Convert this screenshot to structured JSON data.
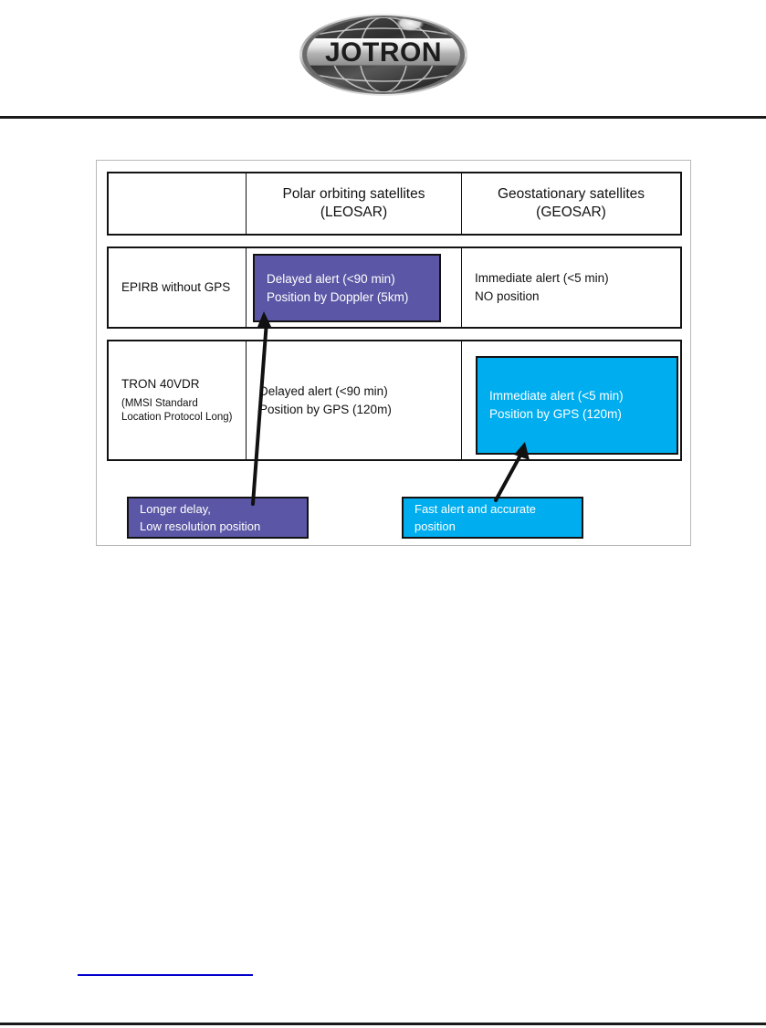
{
  "document": {
    "logo": {
      "brand": "JOTRON",
      "icon": "globe-ellipse-logo"
    }
  },
  "table": {
    "header": {
      "corner_label": "",
      "columns": [
        {
          "line1": "Polar orbiting satellites",
          "line2": "(LEOSAR)"
        },
        {
          "line1": "Geostationary satellites",
          "line2": "(GEOSAR)"
        }
      ]
    },
    "rows": [
      {
        "label_main": "EPIRB without GPS",
        "label_sub": "",
        "leosar": {
          "line1": "Delayed alert (<90 min)",
          "line2": "Position by Doppler (5km)",
          "highlight": "purple",
          "highlight_color": "#5b57a6"
        },
        "geosar": {
          "line1": "Immediate alert (<5 min)",
          "line2": "NO position",
          "highlight": "none",
          "highlight_color": "#ffffff"
        }
      },
      {
        "label_main": "TRON 40VDR",
        "label_sub_line1": "(MMSI Standard",
        "label_sub_line2": "Location Protocol Long)",
        "leosar": {
          "line1": "Delayed alert (<90 min)",
          "line2": "Position by GPS (120m)",
          "highlight": "none",
          "highlight_color": "#ffffff"
        },
        "geosar": {
          "line1": "Immediate alert (<5 min)",
          "line2": "Position by GPS (120m)",
          "highlight": "cyan",
          "highlight_color": "#00aeef"
        }
      }
    ]
  },
  "callouts": [
    {
      "line1": "Longer delay,",
      "line2": "Low resolution position",
      "color": "#5b57a6",
      "points_to": "leosar-epirb-without-gps"
    },
    {
      "line1": "Fast alert and accurate",
      "line2": "position",
      "color": "#00aeef",
      "points_to": "geosar-tron-40vdr"
    }
  ],
  "rules": {
    "header_rule_color": "#1a1a1a",
    "footnote_rule_color": "#0000cc",
    "footer_rule_color": "#1a1a1a"
  }
}
